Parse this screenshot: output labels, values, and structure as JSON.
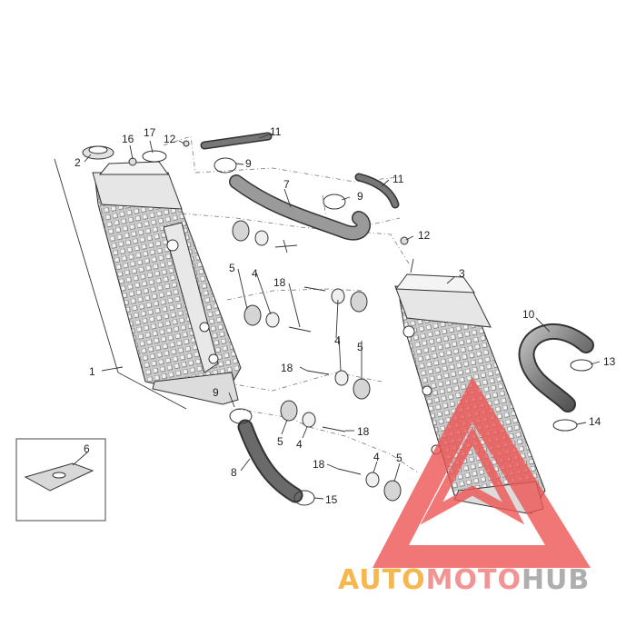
{
  "diagram": {
    "callouts": [
      {
        "id": "c1",
        "label": "1"
      },
      {
        "id": "c2",
        "label": "2"
      },
      {
        "id": "c3",
        "label": "3"
      },
      {
        "id": "c4a",
        "label": "4"
      },
      {
        "id": "c4b",
        "label": "4"
      },
      {
        "id": "c4c",
        "label": "4"
      },
      {
        "id": "c4d",
        "label": "4"
      },
      {
        "id": "c5a",
        "label": "5"
      },
      {
        "id": "c5b",
        "label": "5"
      },
      {
        "id": "c5c",
        "label": "5"
      },
      {
        "id": "c5d",
        "label": "5"
      },
      {
        "id": "c6",
        "label": "6"
      },
      {
        "id": "c7",
        "label": "7"
      },
      {
        "id": "c8",
        "label": "8"
      },
      {
        "id": "c9a",
        "label": "9"
      },
      {
        "id": "c9b",
        "label": "9"
      },
      {
        "id": "c9c",
        "label": "9"
      },
      {
        "id": "c10",
        "label": "10"
      },
      {
        "id": "c11a",
        "label": "11"
      },
      {
        "id": "c11b",
        "label": "11"
      },
      {
        "id": "c12a",
        "label": "12"
      },
      {
        "id": "c12b",
        "label": "12"
      },
      {
        "id": "c13",
        "label": "13"
      },
      {
        "id": "c14",
        "label": "14"
      },
      {
        "id": "c15",
        "label": "15"
      },
      {
        "id": "c16",
        "label": "16"
      },
      {
        "id": "c17",
        "label": "17"
      },
      {
        "id": "c18a",
        "label": "18"
      },
      {
        "id": "c18b",
        "label": "18"
      },
      {
        "id": "c18c",
        "label": "18"
      },
      {
        "id": "c18d",
        "label": "18"
      }
    ]
  },
  "watermark": {
    "part1": "AUTO",
    "part2": "MOTO",
    "part3": "HUB",
    "color1": "#f5a623",
    "color2": "#f07a7a",
    "color3": "#9a9a9a",
    "triangle_color": "#ee5555"
  }
}
